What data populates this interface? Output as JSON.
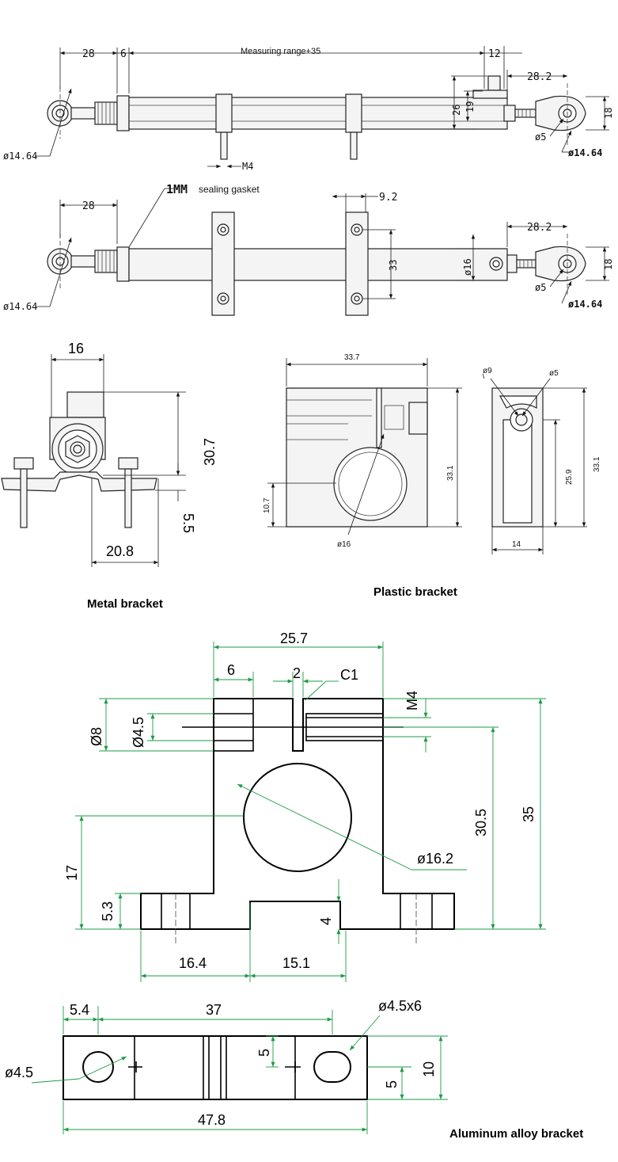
{
  "sensor_top": {
    "dims": {
      "d28": "28",
      "d6": "6",
      "measuring": "Measuring range+35",
      "d12": "12",
      "d28_2": "28.2",
      "d26": "26",
      "d19": "19",
      "d18": "18",
      "phi5": "ø5",
      "phi14_64_right": "ø14.64",
      "phi14_64_left": "ø14.64",
      "m4": "M4"
    }
  },
  "sensor_bottom": {
    "dims": {
      "d28": "28",
      "gasket_1mm": "1MM",
      "gasket_text": "sealing gasket",
      "d9_2": "9.2",
      "d33": "33",
      "phi16": "ø16",
      "d28_2": "28.2",
      "d18": "18",
      "phi5": "ø5",
      "phi14_64_right": "ø14.64",
      "phi14_64_left": "ø14.64"
    }
  },
  "metal_bracket": {
    "caption": "Metal bracket",
    "dims": {
      "d16": "16",
      "d30_7": "30.7",
      "d5_5": "5.5",
      "d20_8": "20.8"
    }
  },
  "plastic_bracket": {
    "caption": "Plastic bracket",
    "dims": {
      "d33_7": "33.7",
      "d33_1": "33.1",
      "d10_7": "10.7",
      "phi16": "ø16",
      "phi9": "ø9",
      "phi5": "ø5",
      "d25_9": "25.9",
      "d33_1_side": "33.1",
      "d14": "14"
    }
  },
  "aluminum_bracket": {
    "caption": "Aluminum alloy bracket",
    "dims": {
      "d25_7": "25.7",
      "d6": "6",
      "d2": "2",
      "c1": "C1",
      "m4": "M4",
      "phi8": "Ø8",
      "phi4_5_top": "Ø4.5",
      "d30_5": "30.5",
      "d35": "35",
      "d17": "17",
      "phi16_2": "ø16.2",
      "d5_3": "5.3",
      "d4": "4",
      "d16_4": "16.4",
      "d15_1": "15.1",
      "d5_4": "5.4",
      "d37": "37",
      "phi4_5x6": "ø4.5x6",
      "phi4_5": "ø4.5",
      "d5a": "5",
      "d5b": "5",
      "d10": "10",
      "d47_8": "47.8"
    }
  }
}
